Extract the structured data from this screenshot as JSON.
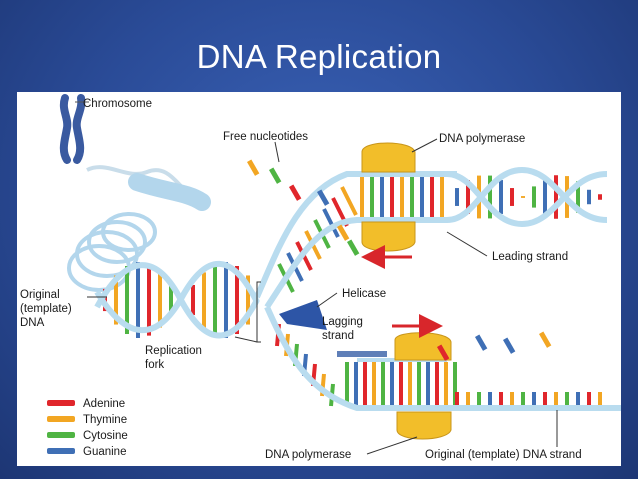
{
  "title": "DNA Replication",
  "labels": {
    "chromosome": "Chromosome",
    "free_nucleotides": "Free nucleotides",
    "dna_polymerase_top": "DNA polymerase",
    "leading_strand": "Leading strand",
    "helicase": "Helicase",
    "lagging_strand_line1": "Lagging",
    "lagging_strand_line2": "strand",
    "original_line1": "Original",
    "original_line2": "(template)",
    "original_line3": "DNA",
    "replication_fork_line1": "Replication",
    "replication_fork_line2": "fork",
    "dna_polymerase_bottom": "DNA polymerase",
    "original_template_strand": "Original (template) DNA strand"
  },
  "legend": [
    {
      "label": "Adenine",
      "color": "#e0262b"
    },
    {
      "label": "Thymine",
      "color": "#f2a623"
    },
    {
      "label": "Cytosine",
      "color": "#4fb443"
    },
    {
      "label": "Guanine",
      "color": "#3f6fb5"
    }
  ],
  "colors": {
    "background": "#2a4b97",
    "backbone": "#b9dcef",
    "polymerase": "#f2be2a",
    "helicase": "#2d55a6",
    "arrow": "#d8262b"
  }
}
